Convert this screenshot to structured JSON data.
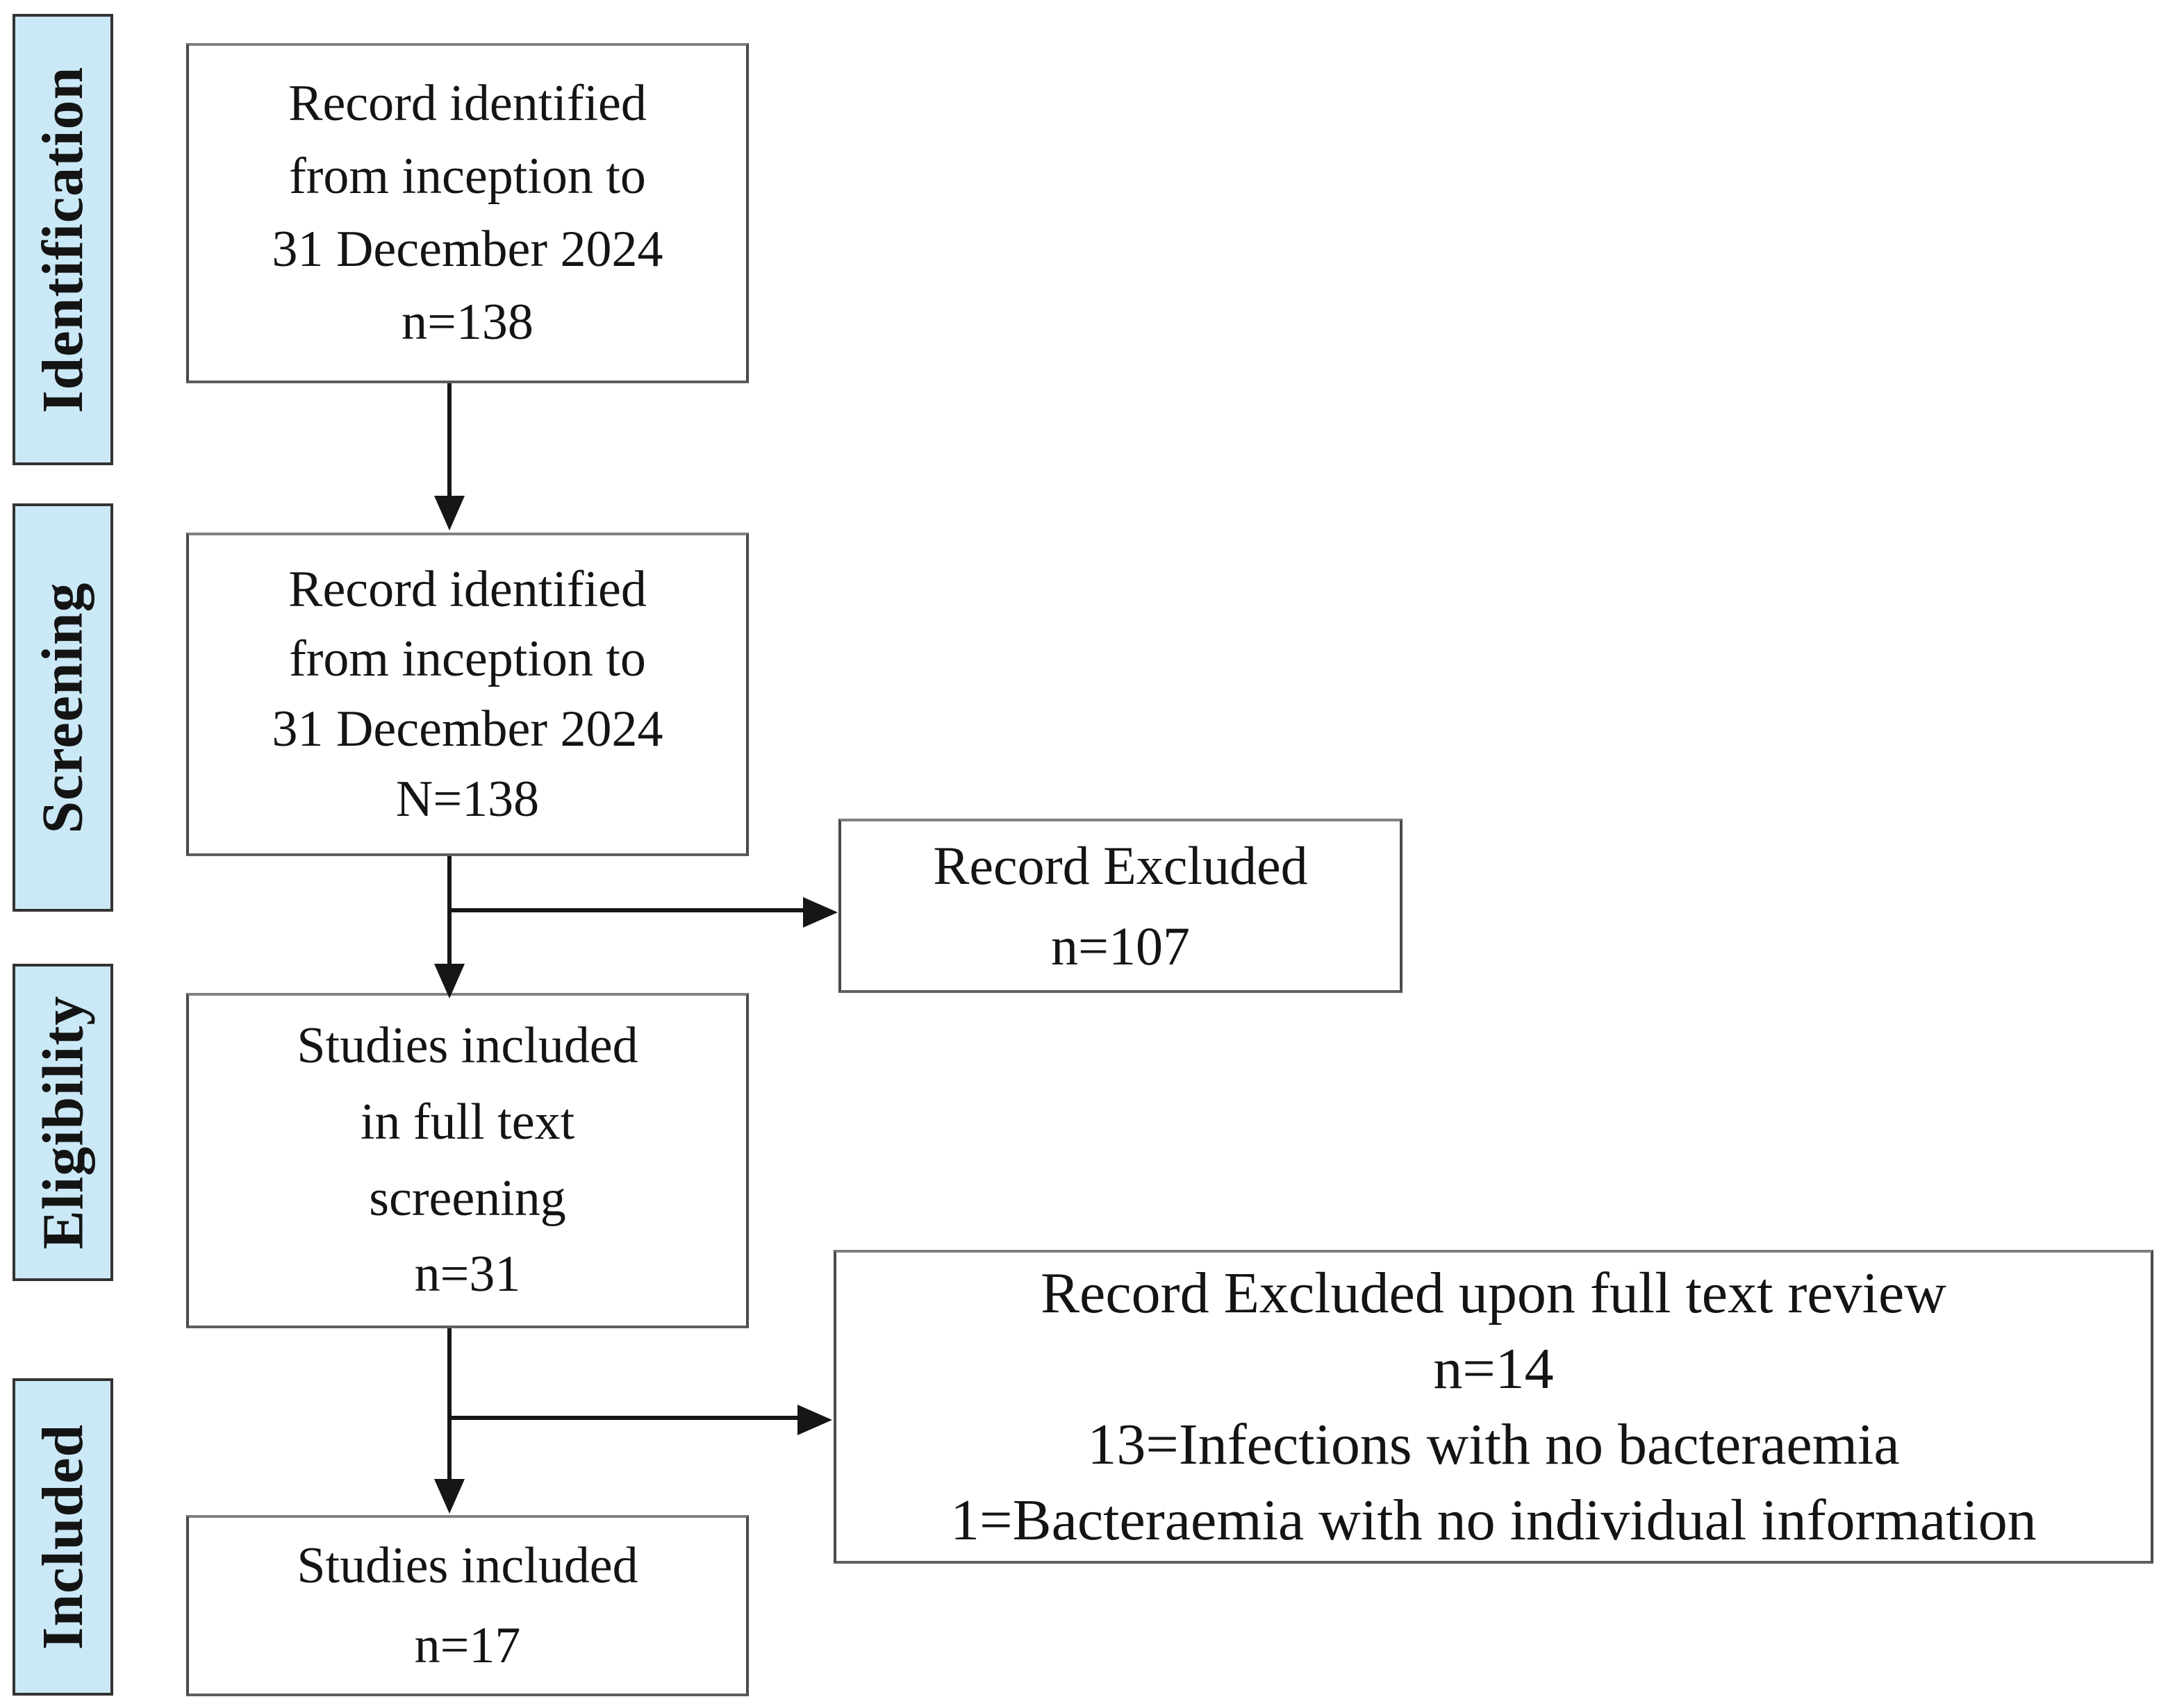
{
  "colors": {
    "stage_fill": "#cbe8f6",
    "stage_border": "#333333",
    "box_border": "#4a4a4a",
    "arrow": "#161616",
    "text": "#141414"
  },
  "stages": [
    {
      "label": "Identification"
    },
    {
      "label": "Screening"
    },
    {
      "label": "Eligibility"
    },
    {
      "label": "Included"
    }
  ],
  "boxes": {
    "identified": {
      "lines": [
        "Record identified",
        "from inception to",
        "31 December 2024",
        "n=138"
      ]
    },
    "screened": {
      "lines": [
        "Record identified",
        "from inception to",
        "31 December 2024",
        "N=138"
      ]
    },
    "excluded_screening": {
      "lines": [
        "Record Excluded",
        "n=107"
      ]
    },
    "full_text": {
      "lines": [
        "Studies included",
        "in full text",
        "screening",
        "n=31"
      ]
    },
    "excluded_full_text": {
      "lines": [
        "Record Excluded upon full text review",
        "n=14",
        "13=Infections with no bacteraemia",
        "1=Bacteraemia with no individual information"
      ]
    },
    "included": {
      "lines": [
        "Studies included",
        "n=17"
      ]
    }
  }
}
